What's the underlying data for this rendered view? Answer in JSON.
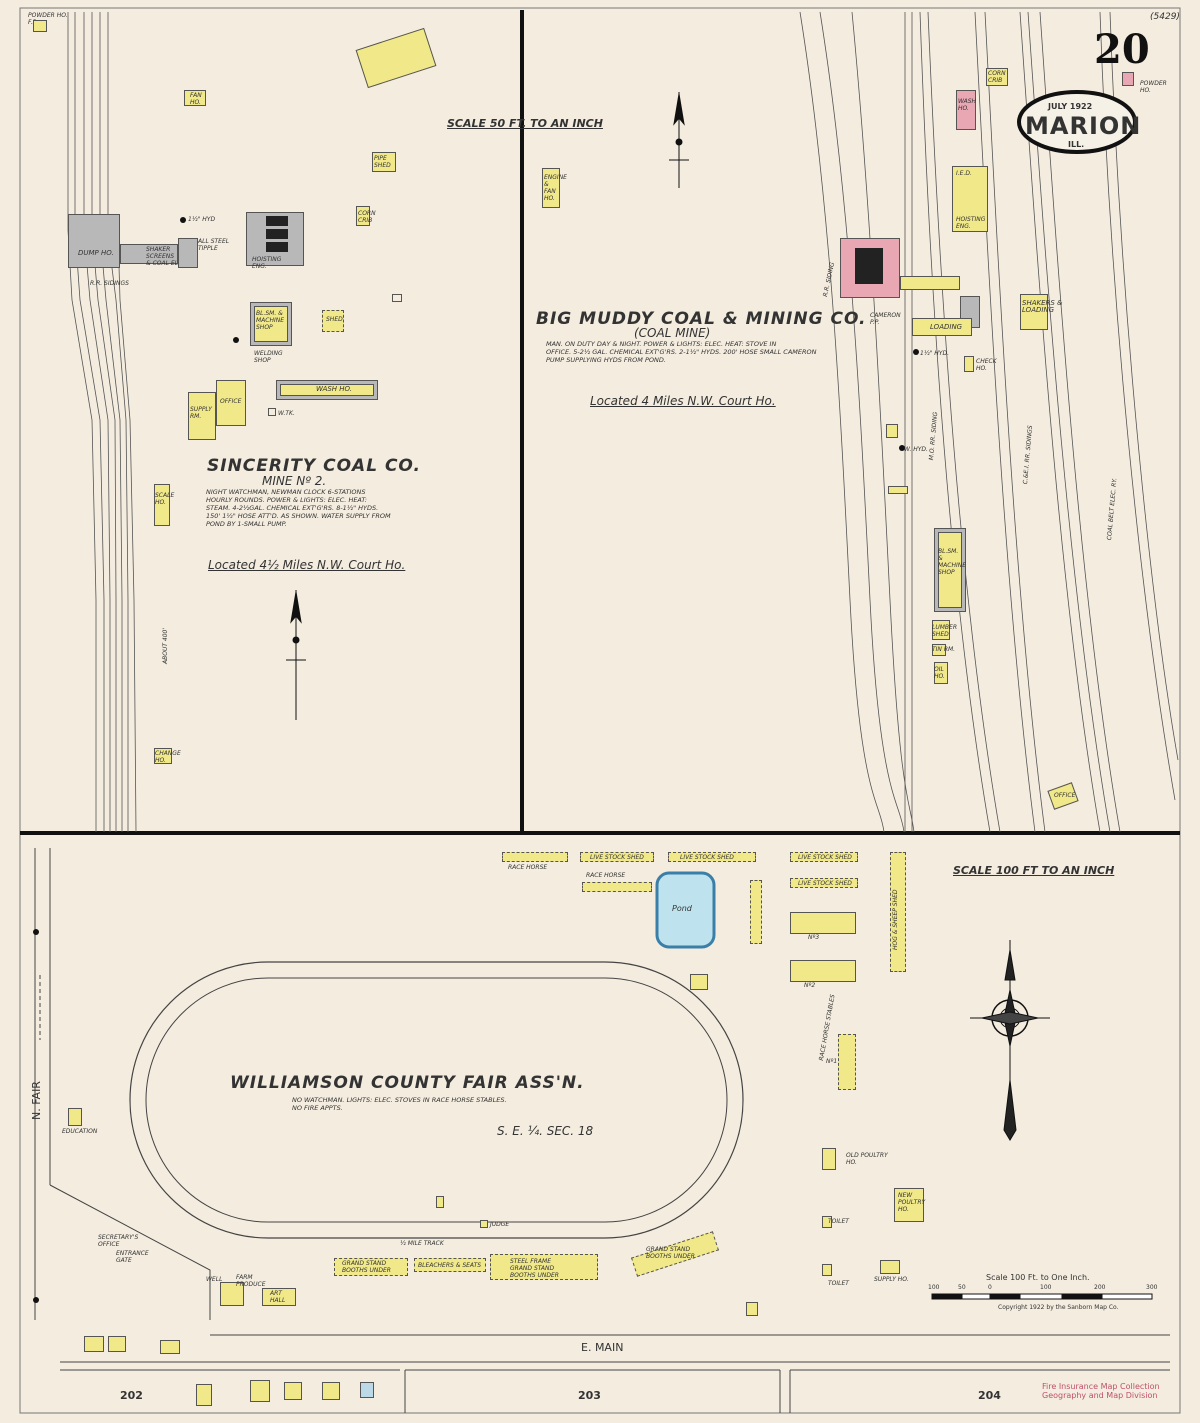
{
  "sheet": {
    "number": "20",
    "corner_code": "(5429)",
    "date": "JULY 1922",
    "city": "MARION",
    "state": "ILL."
  },
  "scales": {
    "upper": "SCALE 50 FT. TO AN INCH",
    "lower": "SCALE 100 FT TO AN INCH",
    "bar_label": "Scale 100 Ft. to One Inch.",
    "bar_ticks": [
      "100",
      "50",
      "0",
      "100",
      "200",
      "300"
    ],
    "copyright": "Copyright 1922 by the Sanborn Map Co."
  },
  "sincerity": {
    "name": "SINCERITY COAL CO.",
    "mine": "MINE Nº 2.",
    "note": "NIGHT WATCHMAN, NEWMAN CLOCK 6-STATIONS\nHOURLY ROUNDS. POWER & LIGHTS: ELEC. HEAT:\nSTEAM. 4-2½GAL. CHEMICAL EXT'G'RS. 8-1½\" HYDS.\n150' 1½\" HOSE ATT'D. AS SHOWN. WATER SUPPLY FROM\nPOND BY 1-SMALL PUMP.",
    "location": "Located 4½ Miles N.W. Court Ho.",
    "labels": {
      "dump": "DUMP HO.",
      "sidings": "R.R. SIDINGS",
      "about": "ABOUT 400'",
      "screens": "SHAKER\nSCREENS\n& COAL ELEV.",
      "tipple": "ALL STEEL\nTIPPLE",
      "hoist": "HOISTING\nENG.",
      "blsm": "BL.SM. &\nMACHINE\nSHOP",
      "wash": "WASH HO.",
      "supply": "SUPPLY\nRM.",
      "office": "OFFICE",
      "shed": "SHED",
      "pipe": "PIPE\nSHED",
      "corn": "CORN\nCRIB",
      "fan": "FAN\nHO.",
      "powder": "POWDER HO.\nF.P.",
      "wtk": "W.TK.",
      "hyd": "1½\" HYD",
      "welding": "WELDING\nSHOP",
      "scale": "SCALE\nHO.",
      "changer": "CHANGE\nHO."
    }
  },
  "bigmuddy": {
    "name": "BIG MUDDY COAL & MINING CO.",
    "sub": "(COAL MINE)",
    "note": "MAN. ON DUTY DAY & NIGHT. POWER & LIGHTS: ELEC. HEAT: STOVE IN\nOFFICE. 5-2½ GAL. CHEMICAL EXT'G'RS. 2-1½\" HYDS. 200' HOSE SMALL CAMERON\nPUMP SUPPLYING HYDS FROM POND.",
    "location": "Located 4 Miles N.W. Court Ho.",
    "labels": {
      "engine": "ENGINE\n&\nFAN\nHO.",
      "shakers": "SHAKERS &\nLOADING",
      "loading": "LOADING",
      "blsm": "BL.SM.\n&\nMACHINE\nSHOP",
      "office": "OFFICE",
      "lumber": "LUMBER\nSHED",
      "tinrm": "TIN RM.",
      "oilho": "OIL\nHO.",
      "rrsiding": "R.R. SIDING",
      "mosiding": "M.O. RR. SIDING",
      "cei": "C.&E.I. RR. SIDINGS",
      "coalbelt": "COAL BELT ELEC. RY.",
      "corn": "CORN\nCRIB",
      "wash": "WASH\nHO.",
      "ied": "I.E.D.",
      "hoisting": "HOISTING\nENG.",
      "cameron": "CAMERON\nP.P.",
      "check": "CHECK\nHO.",
      "powder": "POWDER\nHO.",
      "hyd": "1½\" HYD.",
      "whyd": "W. HYD."
    }
  },
  "fair": {
    "name": "WILLIAMSON COUNTY FAIR ASS'N.",
    "note": "NO WATCHMAN. LIGHTS: ELEC. STOVES IN RACE HORSE STABLES.\nNO FIRE APPTS.",
    "section": "S. E. ¼. SEC. 18",
    "track": "½ MILE TRACK",
    "judge": "JUDGE",
    "pond": "Pond",
    "street_main": "E. MAIN",
    "street_fair": "N. FAIR",
    "blocks": [
      "202",
      "203",
      "204"
    ],
    "labels": {
      "racehorse": "RACE HORSE",
      "livestock": "LIVE STOCK SHED",
      "hogsheep": "HOG & SHEEP SHED",
      "racestables": "RACE HORSE STABLES",
      "no3": "Nº3",
      "no2": "Nº2",
      "no1": "Nº1",
      "oldpoultry": "OLD POULTRY\nHO.",
      "newpoultry": "NEW\nPOULTRY\nHO.",
      "toilet": "TOILET",
      "supply": "SUPPLY HO.",
      "grandstand": "GRAND STAND\nBOOTHS UNDER",
      "bleachers": "BLEACHERS & SEATS",
      "steelframe": "STEEL FRAME\nGRAND STAND\nBOOTHS UNDER",
      "arthall": "ART\nHALL",
      "farmproduce": "FARM\nPRODUCE",
      "well": "WELL",
      "secretary": "SECRETARY'S\nOFFICE",
      "entrance": "ENTRANCE\nGATE",
      "education": "EDUCATION"
    }
  },
  "stamp": "Fire Insurance Map Collection\nGeography and Map Division"
}
